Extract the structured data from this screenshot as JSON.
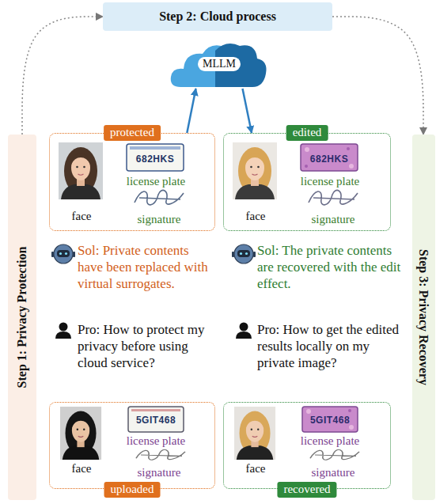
{
  "diagram": {
    "nodes": [
      {
        "text": [
          "Step 2: Cloud process"
        ]
      },
      {
        "text": [
          "MLLM"
        ]
      },
      {
        "text": [
          "Step 1: Privacy Protection"
        ]
      },
      {
        "text": [
          "Step 3: Privacy Recovery"
        ]
      },
      {
        "text": [
          "protected",
          "face",
          "license plate",
          "signature"
        ]
      },
      {
        "text": [
          "edited",
          "face",
          "license plate",
          "signature"
        ]
      },
      {
        "text": [
          "uploaded",
          "face",
          "license plate",
          "signature"
        ]
      },
      {
        "text": [
          "recovered",
          "face",
          "license plate",
          "signature"
        ]
      }
    ],
    "edges": [
      {
        "from": 2,
        "to": 0,
        "arrow": "to"
      },
      {
        "from": 0,
        "to": 3,
        "arrow": "to"
      },
      {
        "from": 4,
        "to": 1,
        "arrow": "to"
      },
      {
        "from": 1,
        "to": 5,
        "arrow": "to"
      }
    ],
    "labels": [
      "682HKS",
      "682HKS",
      "5GIT468",
      "5GIT468",
      "Sol: Private contents have been replaced with virtual surrogates.",
      "Pro: How to protect my privacy before using cloud service?",
      "Sol: The private contents are recovered with the edit effect.",
      "Pro: How to get the edited results locally on my private image?"
    ]
  }
}
